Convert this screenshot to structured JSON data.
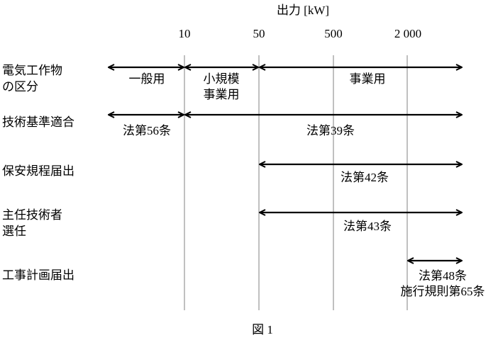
{
  "axis": {
    "title": "出力 [kW]",
    "ticks": [
      "10",
      "50",
      "500",
      "2 000"
    ]
  },
  "rows": [
    {
      "label_lines": [
        "電気工作物",
        "の区分"
      ],
      "segments": [
        {
          "text": "一般用"
        },
        {
          "text_lines": [
            "小規模",
            "事業用"
          ]
        },
        {
          "text": "事業用"
        }
      ]
    },
    {
      "label_lines": [
        "技術基準適合"
      ],
      "segments": [
        {
          "text": "法第56条"
        },
        {
          "text": "法第39条"
        }
      ]
    },
    {
      "label_lines": [
        "保安規程届出"
      ],
      "segments": [
        {
          "text": "法第42条"
        }
      ]
    },
    {
      "label_lines": [
        "主任技術者",
        "選任"
      ],
      "segments": [
        {
          "text": "法第43条"
        }
      ]
    },
    {
      "label_lines": [
        "工事計画届出"
      ],
      "segments": [
        {
          "text_lines": [
            "法第48条",
            "施行規則第65条"
          ]
        }
      ]
    }
  ],
  "caption": "図 1"
}
